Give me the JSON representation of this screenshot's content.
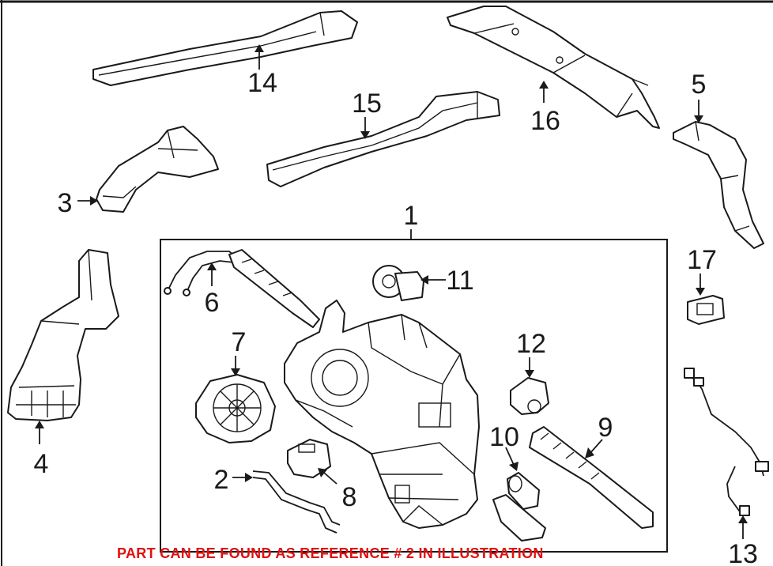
{
  "callouts": {
    "c1": "1",
    "c2": "2",
    "c3": "3",
    "c4": "4",
    "c5": "5",
    "c6": "6",
    "c7": "7",
    "c8": "8",
    "c9": "9",
    "c10": "10",
    "c11": "11",
    "c12": "12",
    "c13": "13",
    "c14": "14",
    "c15": "15",
    "c16": "16",
    "c17": "17"
  },
  "notice": {
    "text": "PART CAN BE FOUND AS REFERENCE # 2 IN ILLUSTRATION",
    "color": "#e01010"
  },
  "colors": {
    "line": "#1a1a1a",
    "background": "#ffffff"
  }
}
